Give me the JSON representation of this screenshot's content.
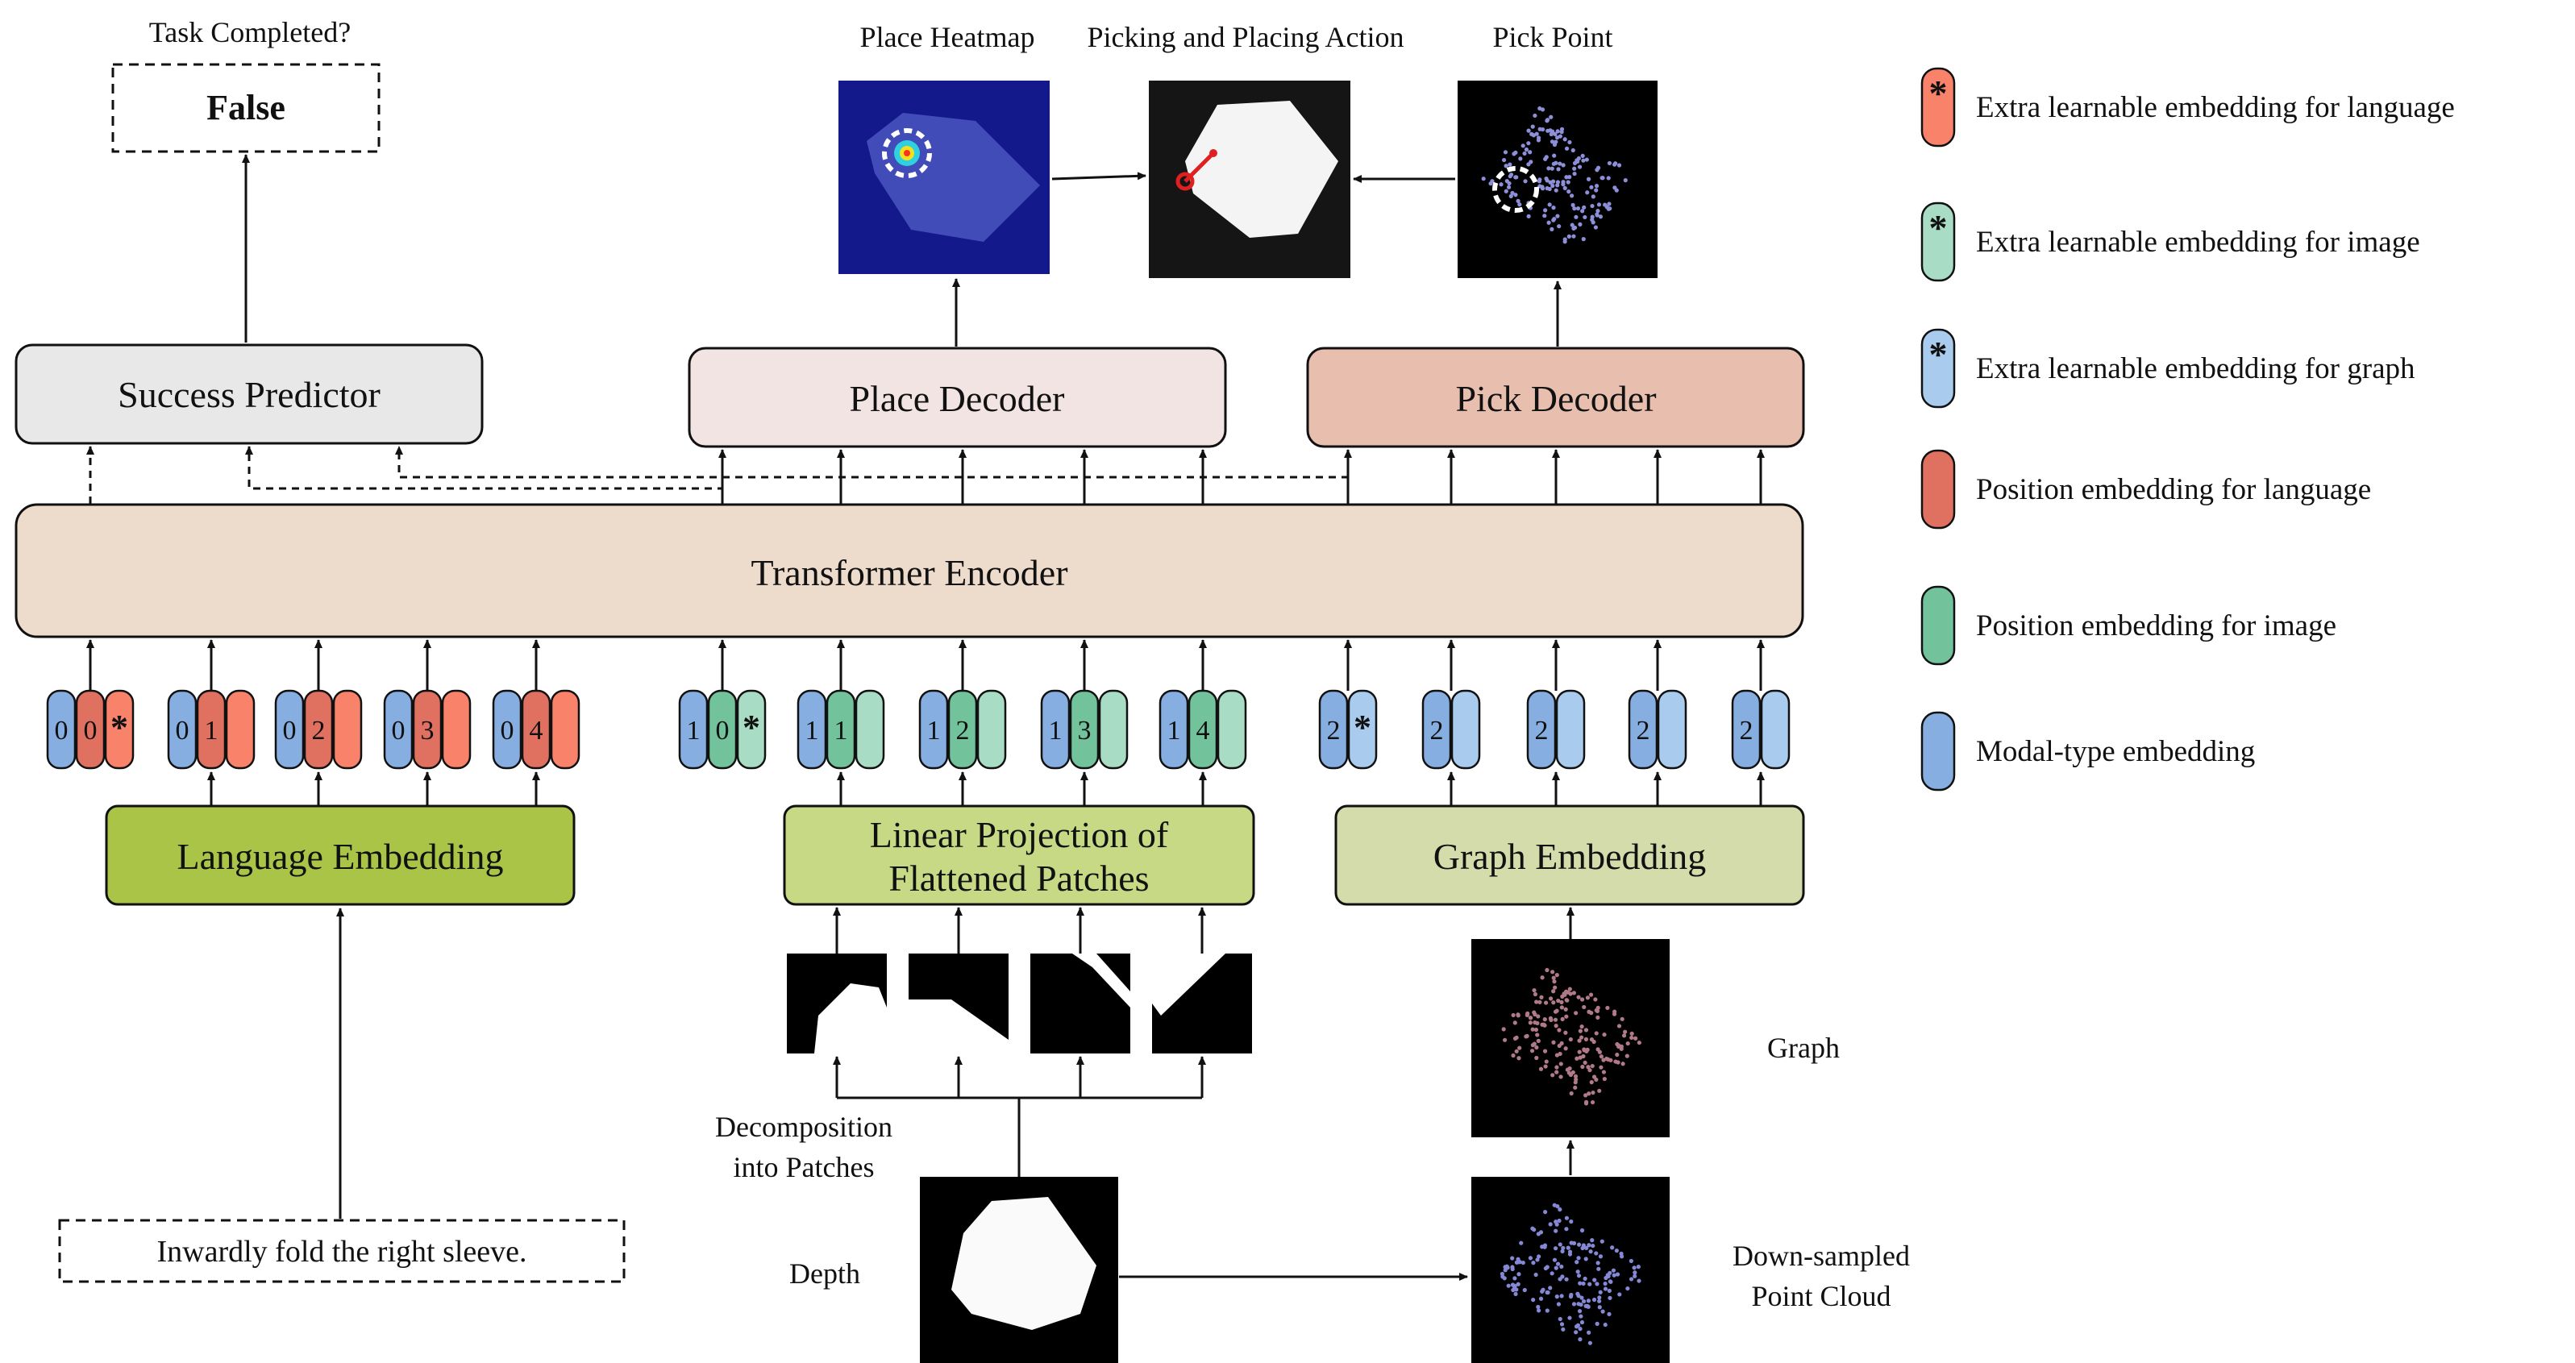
{
  "colors": {
    "language_extra": "#f9826a",
    "image_extra": "#a8dcc4",
    "graph_extra": "#a9cbee",
    "language_pos": "#e07060",
    "image_pos": "#72c29c",
    "modal": "#87aee0",
    "success_box": "#e8e8e8",
    "place_box": "#f1e4e2",
    "pick_box": "#e8bfae",
    "encoder_box": "#eddbcc",
    "lang_emb_box": "#a9c447",
    "patch_box": "#c8d985",
    "graph_emb_box": "#d3dcaa",
    "heatmap_bg": "#13188a"
  },
  "top": {
    "task_completed": "Task Completed?",
    "result": "False",
    "place_heatmap": "Place Heatmap",
    "action": "Picking and Placing Action",
    "pick_point": "Pick Point"
  },
  "boxes": {
    "success_predictor": "Success Predictor",
    "place_decoder": "Place Decoder",
    "pick_decoder": "Pick Decoder",
    "transformer_encoder": "Transformer Encoder",
    "language_embedding": "Language Embedding",
    "linear_projection_line1": "Linear Projection of",
    "linear_projection_line2": "Flattened Patches",
    "graph_embedding": "Graph Embedding"
  },
  "tokens": {
    "language": [
      {
        "modal": "0",
        "pos": "0",
        "third": "*"
      },
      {
        "modal": "0",
        "pos": "1",
        "third": ""
      },
      {
        "modal": "0",
        "pos": "2",
        "third": ""
      },
      {
        "modal": "0",
        "pos": "3",
        "third": ""
      },
      {
        "modal": "0",
        "pos": "4",
        "third": ""
      }
    ],
    "image": [
      {
        "modal": "1",
        "pos": "0",
        "third": "*"
      },
      {
        "modal": "1",
        "pos": "1",
        "third": ""
      },
      {
        "modal": "1",
        "pos": "2",
        "third": ""
      },
      {
        "modal": "1",
        "pos": "3",
        "third": ""
      },
      {
        "modal": "1",
        "pos": "4",
        "third": ""
      }
    ],
    "graph": [
      {
        "modal": "2",
        "third": "*"
      },
      {
        "modal": "2",
        "third": ""
      },
      {
        "modal": "2",
        "third": ""
      },
      {
        "modal": "2",
        "third": ""
      },
      {
        "modal": "2",
        "third": ""
      }
    ]
  },
  "inputs": {
    "instruction": "Inwardly fold the right sleeve.",
    "decomposition_line1": "Decomposition",
    "decomposition_line2": "into Patches",
    "depth": "Depth",
    "graph": "Graph",
    "pointcloud_line1": "Down-sampled",
    "pointcloud_line2": "Point Cloud"
  },
  "legend": [
    {
      "symbol": "*",
      "color": "#f9826a",
      "label": "Extra learnable embedding for language"
    },
    {
      "symbol": "*",
      "color": "#a8dcc4",
      "label": "Extra learnable embedding for image"
    },
    {
      "symbol": "*",
      "color": "#a9cbee",
      "label": "Extra learnable embedding for graph"
    },
    {
      "symbol": "",
      "color": "#e07060",
      "label": "Position embedding for language"
    },
    {
      "symbol": "",
      "color": "#72c29c",
      "label": "Position embedding for image"
    },
    {
      "symbol": "",
      "color": "#87aee0",
      "label": "Modal-type embedding"
    }
  ]
}
